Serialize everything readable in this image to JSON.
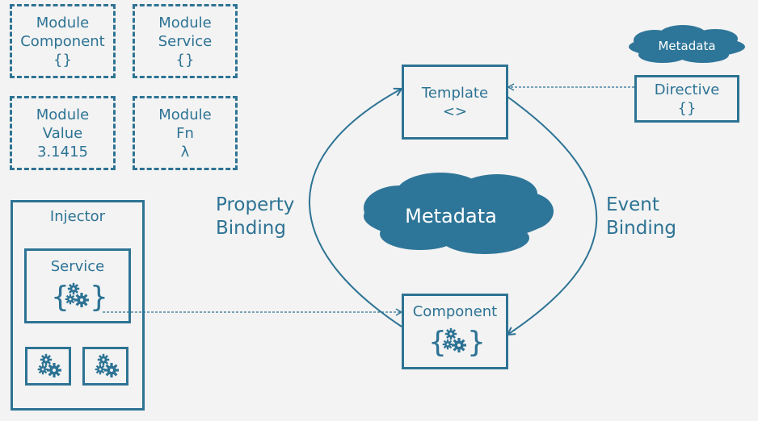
{
  "modules": [
    {
      "line1": "Module",
      "line2": "Component",
      "line3": "{}"
    },
    {
      "line1": "Module",
      "line2": "Service",
      "line3": "{}"
    },
    {
      "line1": "Module",
      "line2": "Value",
      "line3": "3.1415"
    },
    {
      "line1": "Module",
      "line2": "Fn",
      "line3": "λ"
    }
  ],
  "injector": {
    "title": "Injector",
    "service_label": "Service"
  },
  "template": {
    "title": "Template",
    "symbol": "<>"
  },
  "component": {
    "title": "Component"
  },
  "directive": {
    "title": "Directive",
    "symbol": "{}"
  },
  "metadata_small": "Metadata",
  "metadata_big": "Metadata",
  "property_binding": {
    "line1": "Property",
    "line2": "Binding"
  },
  "event_binding": {
    "line1": "Event",
    "line2": "Binding"
  },
  "colors": {
    "accent": "#2d7394",
    "cloud": "#2e7699",
    "background": "#f3f3f3"
  },
  "icons": [
    "gears-braces-icon",
    "gears-icon",
    "cloud-icon"
  ]
}
